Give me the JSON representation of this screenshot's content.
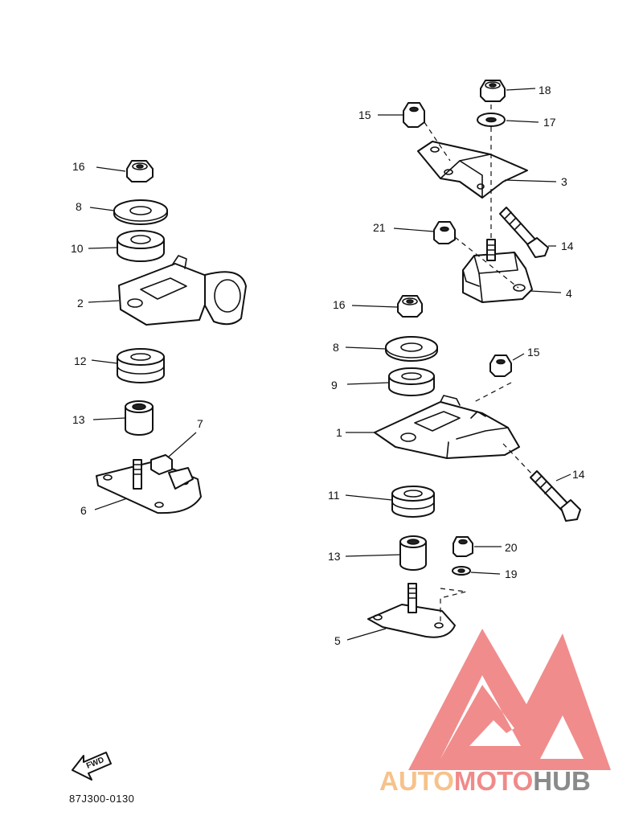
{
  "diagram": {
    "part_code": "87J300-0130",
    "fwd_label": "FWD",
    "callouts": [
      "16",
      "8",
      "10",
      "2",
      "12",
      "13",
      "7",
      "6",
      "18",
      "15",
      "17",
      "3",
      "21",
      "14",
      "4",
      "16",
      "8",
      "9",
      "15",
      "1",
      "14",
      "11",
      "13",
      "20",
      "19",
      "5"
    ]
  },
  "watermark": {
    "text_part1": "AUTO",
    "text_part2": "MOTO",
    "text_part3": "HUB",
    "colors": {
      "logo": "#f08080",
      "auto": "#f6c28b",
      "moto": "#f08a8a",
      "hub": "#8a8a8a"
    }
  }
}
